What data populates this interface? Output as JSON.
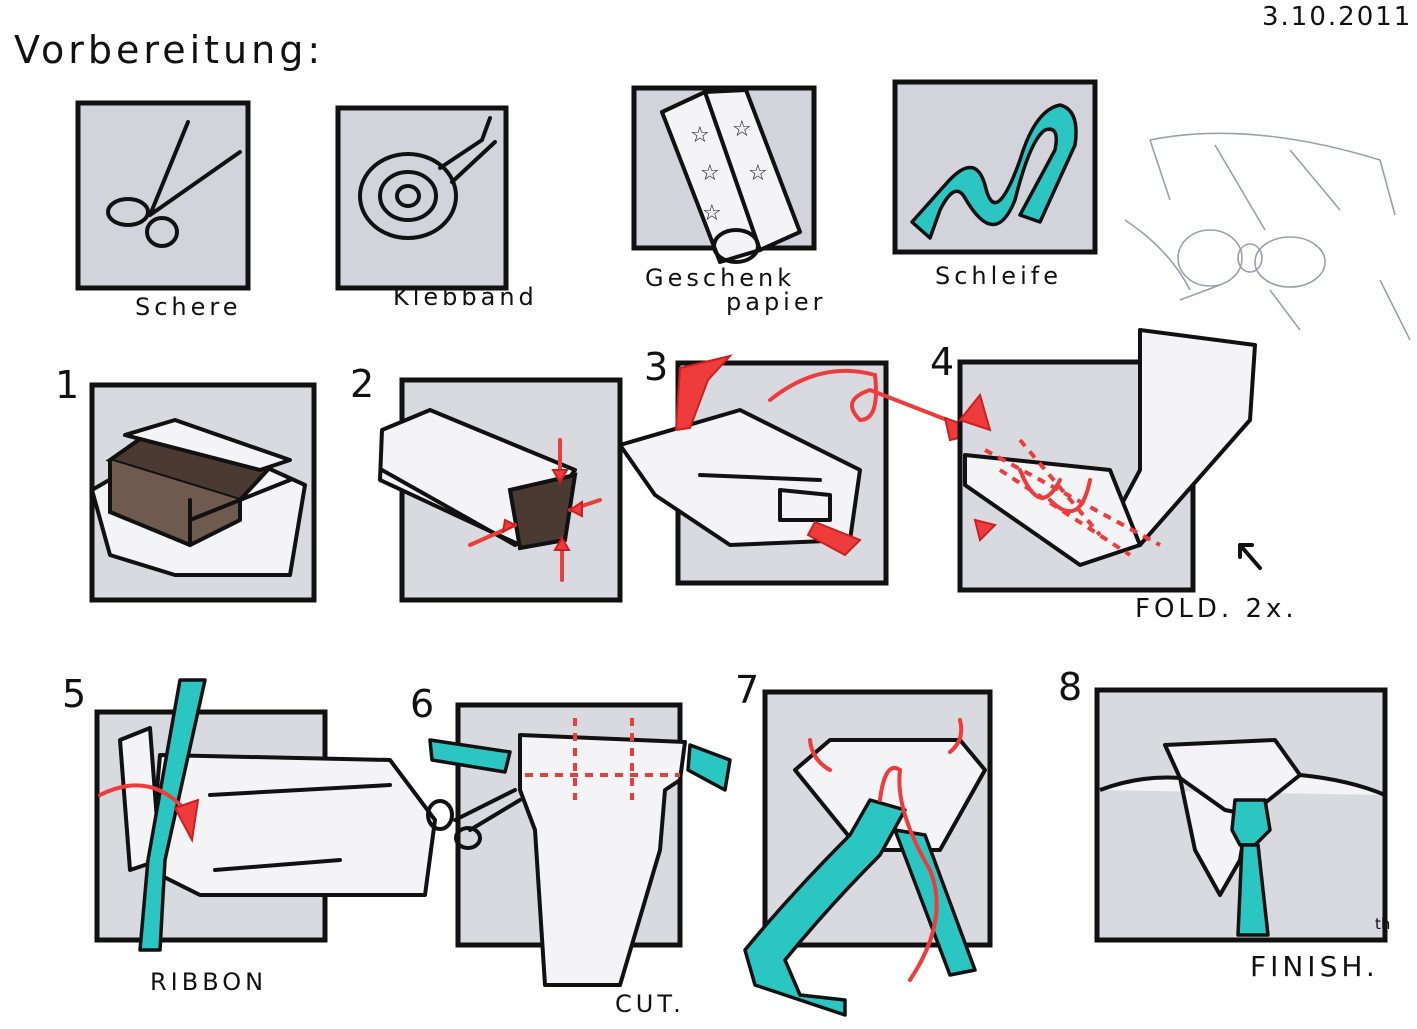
{
  "header": {
    "title": "Vorbereitung:",
    "date": "3.10.2011"
  },
  "materials": [
    {
      "label": "Schere",
      "icon": "scissors-icon"
    },
    {
      "label": "Klebband",
      "icon": "tape-roll-icon"
    },
    {
      "label_line1": "Geschenk",
      "label_line2": "papier",
      "icon": "wrapping-paper-icon"
    },
    {
      "label": "Schleife",
      "icon": "ribbon-icon"
    }
  ],
  "steps": [
    {
      "number": "1"
    },
    {
      "number": "2"
    },
    {
      "number": "3"
    },
    {
      "number": "4",
      "note": "FOLD. 2x."
    },
    {
      "number": "5",
      "note": "RIBBON"
    },
    {
      "number": "6",
      "note": "CUT."
    },
    {
      "number": "7"
    },
    {
      "number": "8",
      "note": "FINISH.",
      "note_superscript": "th"
    }
  ],
  "colors": {
    "ribbon": "#2cc6c2",
    "arrow": "#ee3b3b",
    "panel": "#d9d9e0",
    "ink": "#111111"
  }
}
